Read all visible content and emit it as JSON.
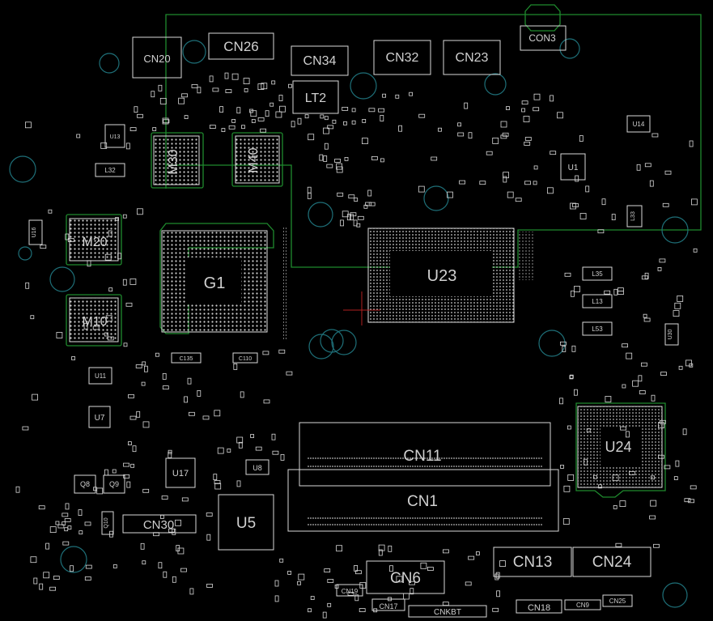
{
  "colors": {
    "background": "#000000",
    "silkscreen": "#d8d8d8",
    "component_text": "#c8c8c8",
    "outline_green": "#1f8a2e",
    "via_teal": "#1e6f78",
    "ball_grid": "#cfcfcf",
    "cursor_red": "#b02020"
  },
  "connectors": {
    "cn20": "CN20",
    "cn26": "CN26",
    "cn34": "CN34",
    "cn32": "CN32",
    "cn23": "CN23",
    "con3": "CON3",
    "cn11": "CN11",
    "cn1": "CN1",
    "cn6": "CN6",
    "cn13": "CN13",
    "cn24": "CN24",
    "cn30": "CN30",
    "cnkbt": "CNKBT",
    "cn17": "CN17",
    "cn18": "CN18",
    "cn19": "CN19",
    "cn9": "CN9",
    "cn25": "CN25"
  },
  "chips": {
    "m30": "M30",
    "m40": "M40",
    "m20": "M20",
    "m10": "M10",
    "g1": "G1",
    "u23": "U23",
    "u24": "U24",
    "u5": "U5",
    "lt2": "LT2",
    "u17": "U17",
    "u7": "U7",
    "u11": "U11",
    "u8": "U8",
    "u1": "U1",
    "u14": "U14",
    "u16": "U16",
    "u30": "U30",
    "u13": "U13"
  },
  "small_parts": {
    "l32": "L32",
    "l33": "L33",
    "l35": "L35",
    "l13": "L13",
    "l53": "L53",
    "q8": "Q8",
    "q9": "Q9",
    "q10": "Q10",
    "c135": "C135",
    "c110": "C110"
  }
}
